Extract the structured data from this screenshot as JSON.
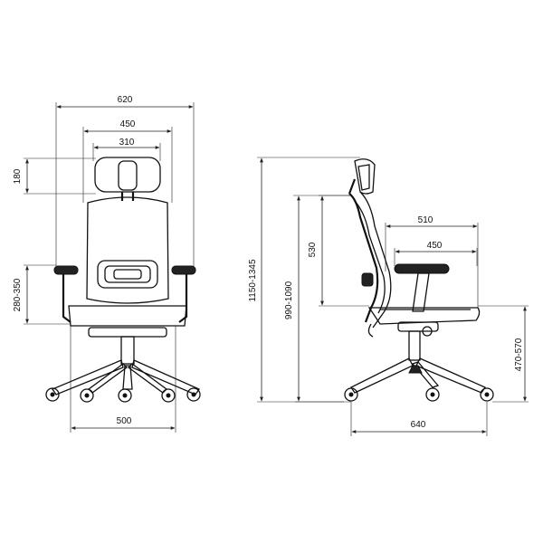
{
  "front_view": {
    "dims": {
      "overall_width": "620",
      "headrest_width": "450",
      "headrest_inner": "310",
      "headrest_height": "180",
      "armrest_height": "280-350",
      "base_width": "500"
    }
  },
  "side_view": {
    "dims": {
      "total_height": "1150-1345",
      "back_height": "990-1090",
      "lumbar_height": "530",
      "seat_depth": "510",
      "arm_depth": "450",
      "seat_height": "470-570",
      "base_depth": "640"
    }
  }
}
